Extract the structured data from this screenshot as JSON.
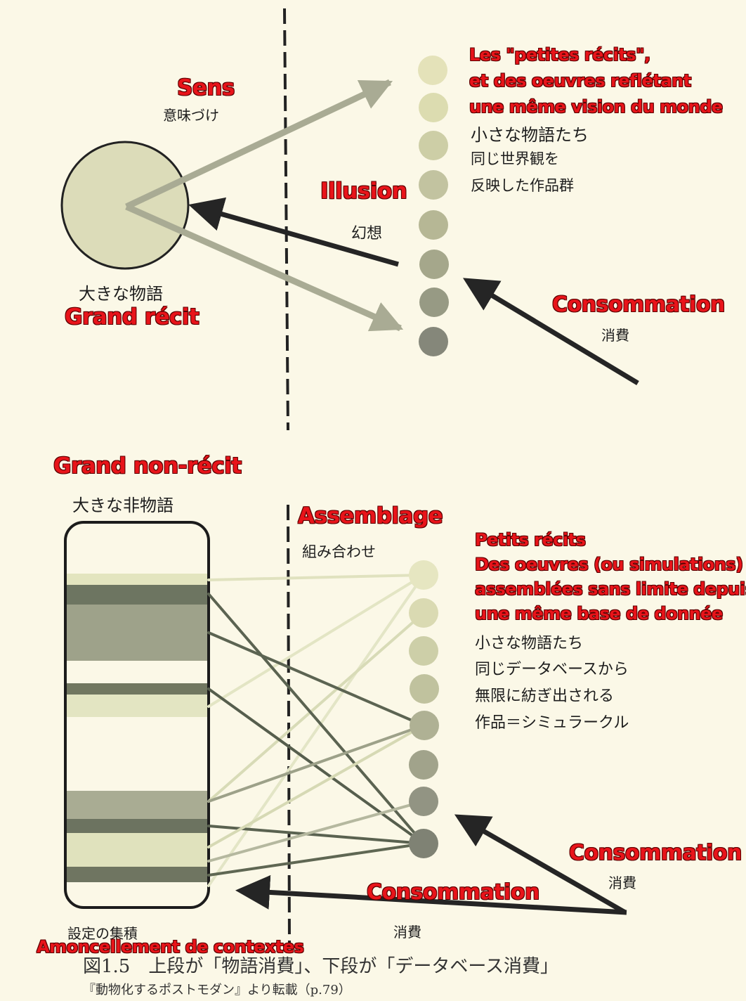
{
  "top": {
    "sens": "Sens",
    "sens_jp": "意味づけ",
    "grand_recit": "Grand récit",
    "grand_recit_jp": "大きな物語",
    "illusion": "Illusion",
    "illusion_jp": "幻想",
    "consommation": "Consommation",
    "consommation_jp": "消費",
    "petits_fr": [
      "Les \"petites récits\",",
      "et des oeuvres reflétant",
      "une même vision du monde"
    ],
    "petits_jp": [
      "小さな物語たち",
      "同じ世界観を",
      "反映した作品群"
    ]
  },
  "bottom": {
    "grand_non_recit": "Grand non-récit",
    "grand_non_recit_jp": "大きな非物語",
    "assemblage": "Assemblage",
    "assemblage_jp": "組み合わせ",
    "petits_fr": [
      "Petits récits",
      "Des oeuvres (ou simulations)",
      "assemblées sans limite depuis",
      "une même base de donnée"
    ],
    "petits_jp": [
      "小さな物語たち",
      "同じデータベースから",
      "無限に紡ぎ出される",
      "作品＝シミュラークル"
    ],
    "consommation_right": "Consommation",
    "consommation_right_jp": "消費",
    "consommation_low": "Consommation",
    "consommation_low_jp": "消費",
    "settings_jp": "設定の集積",
    "amoncellement": "Amoncellement de contextes"
  },
  "caption": {
    "line1": "図1.5　上段が「物語消費」、下段が「データベース消費」",
    "line2": "『動物化するポストモダン』より転載（p.79）"
  },
  "colors": {
    "background": "#fbf8e7",
    "label_red": "#e8141a",
    "arrow_dark": "#252525",
    "arrow_gray": "#a9ab94"
  }
}
